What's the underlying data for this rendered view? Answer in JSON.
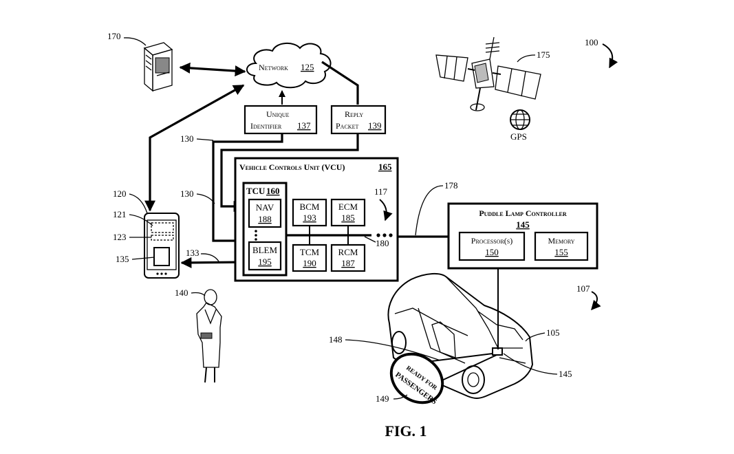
{
  "figure": {
    "caption": "FIG. 1",
    "refs": {
      "r100": "100",
      "r107": "107",
      "r170": "170",
      "r175": "175",
      "r178": "178",
      "r117": "117",
      "r180": "180",
      "r120": "120",
      "r121": "121",
      "r123": "123",
      "r135": "135",
      "r130a": "130",
      "r130b": "130",
      "r133": "133",
      "r140": "140",
      "r148": "148",
      "r149": "149",
      "r105": "105",
      "r145": "145"
    }
  },
  "network": {
    "label": "Network",
    "num": "125"
  },
  "unique_identifier": {
    "line1": "Unique",
    "line2": "Identifier",
    "num": "137"
  },
  "reply_packet": {
    "line1": "Reply",
    "line2": "Packet",
    "num": "139"
  },
  "gps": {
    "label": "GPS"
  },
  "vcu": {
    "label": "Vehicle Controls Unit (VCU)",
    "num": "165"
  },
  "tcu": {
    "label": "TCU",
    "num": "160"
  },
  "modules": {
    "nav": {
      "label": "NAV",
      "num": "188"
    },
    "blem": {
      "label": "BLEM",
      "num": "195"
    },
    "bcm": {
      "label": "BCM",
      "num": "193"
    },
    "ecm": {
      "label": "ECM",
      "num": "185"
    },
    "tcm": {
      "label": "TCM",
      "num": "190"
    },
    "rcm": {
      "label": "RCM",
      "num": "187"
    }
  },
  "puddle_lamp": {
    "label": "Puddle Lamp Controller",
    "num": "145"
  },
  "processor": {
    "label": "Processor(s)",
    "num": "150"
  },
  "memory": {
    "label": "Memory",
    "num": "155"
  },
  "projection": {
    "line1": "READY FOR",
    "line2": "PASSENGERS"
  }
}
